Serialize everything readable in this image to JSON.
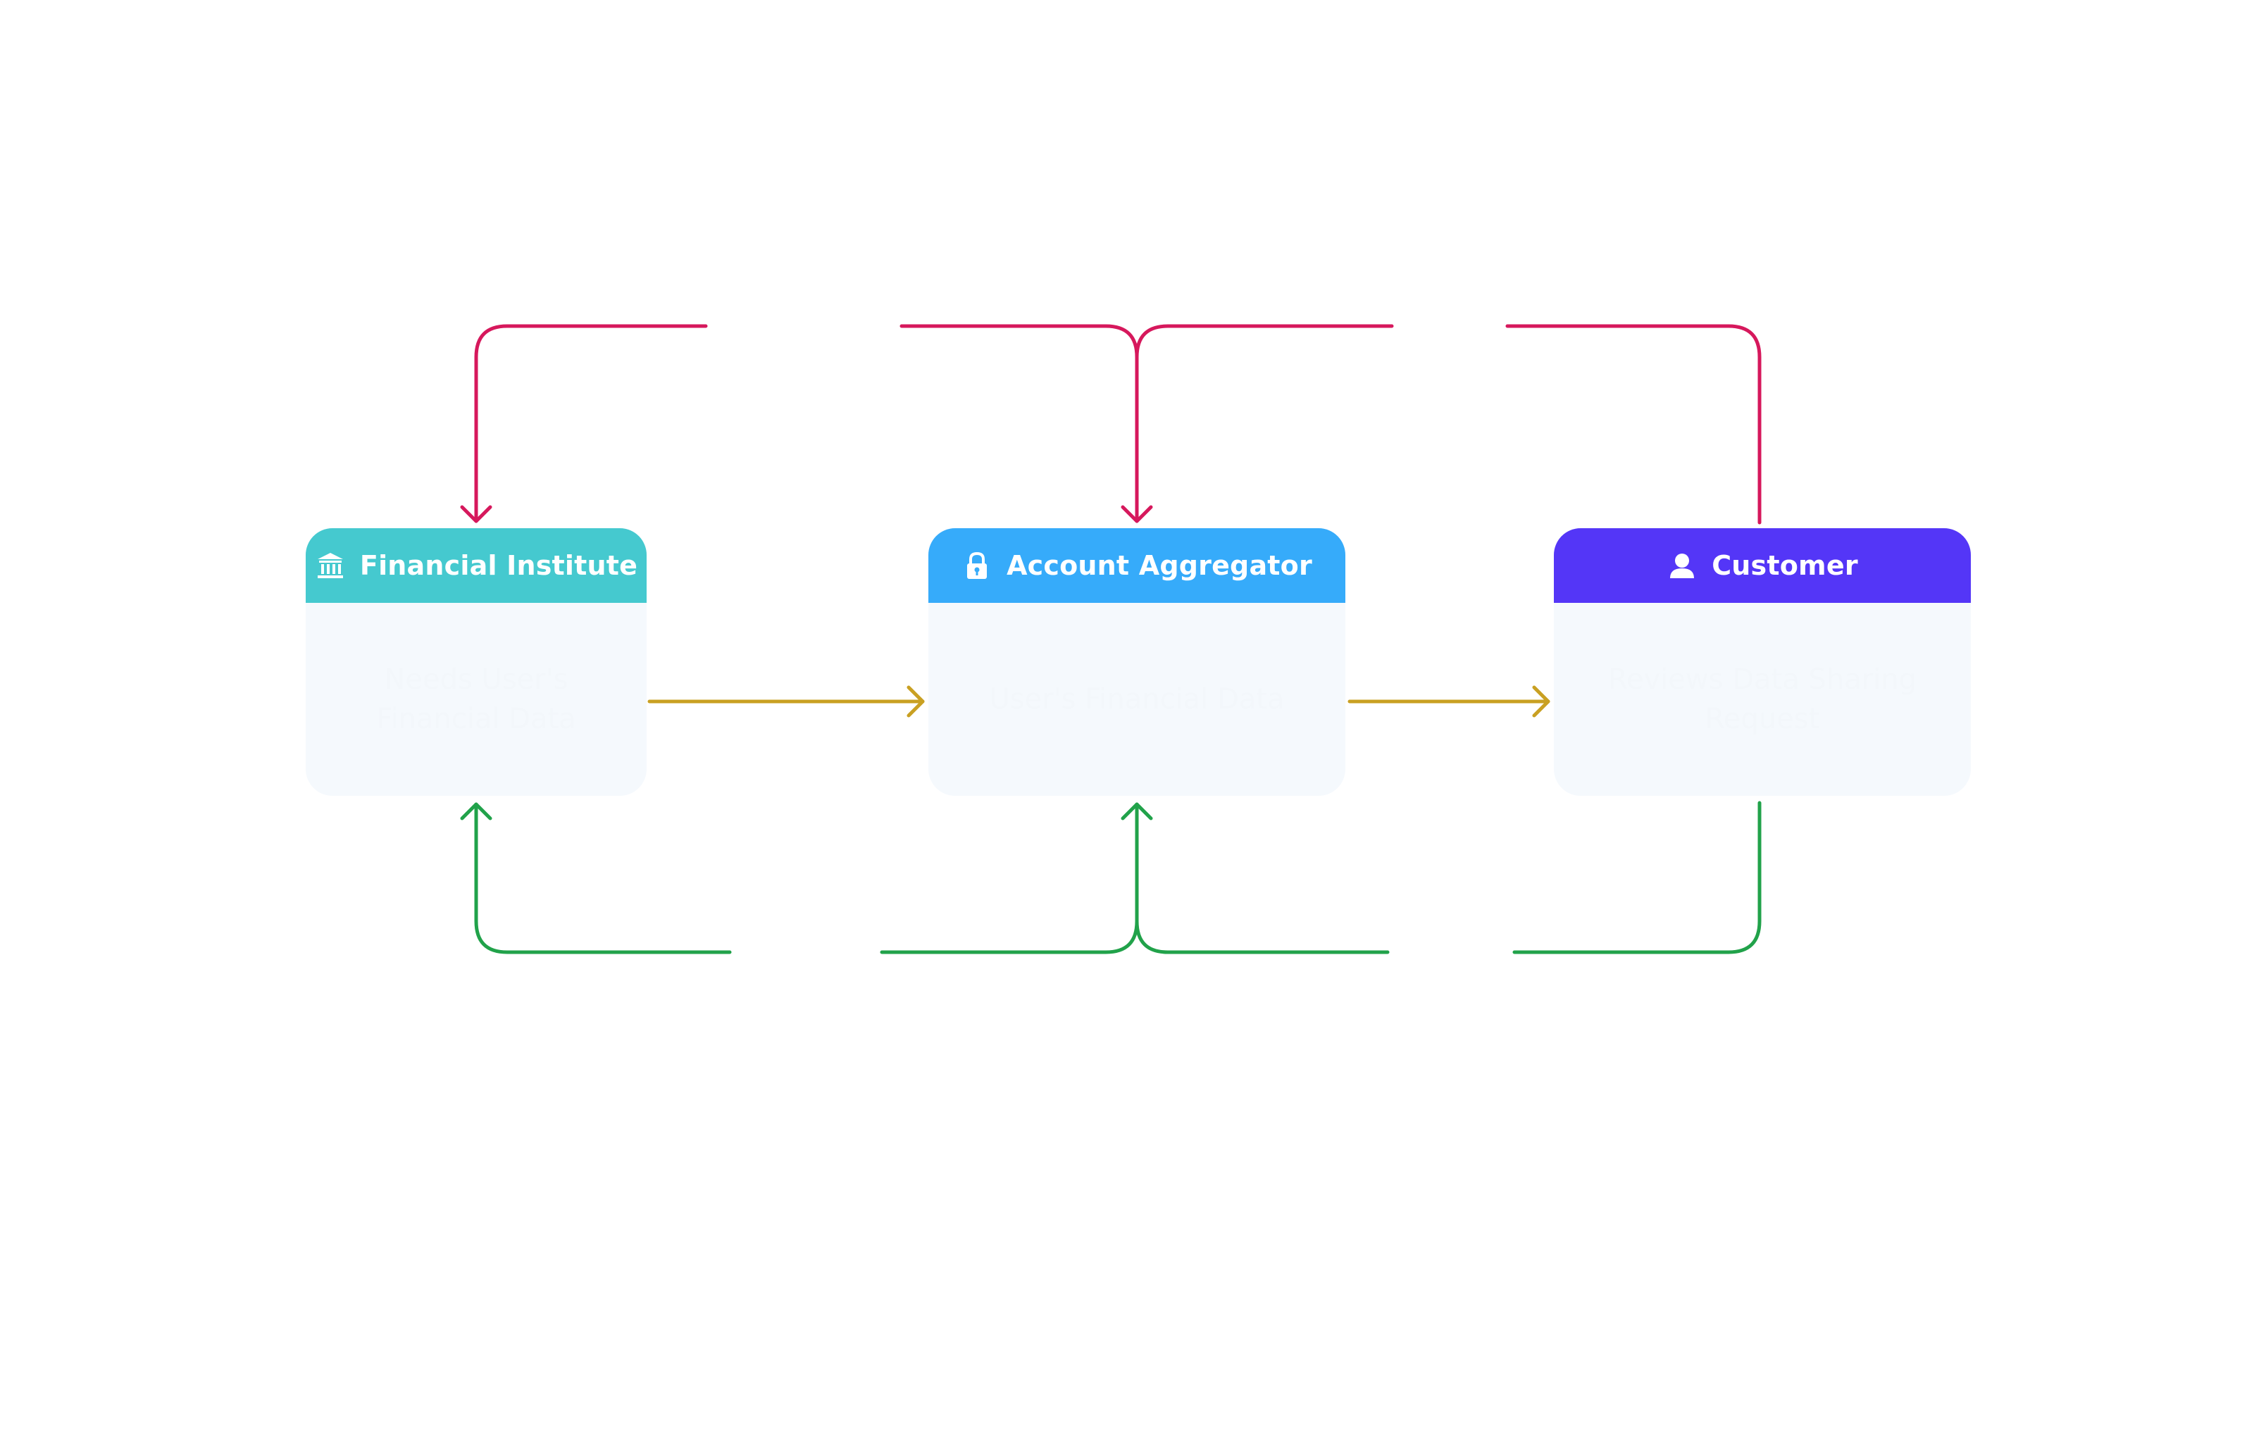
{
  "colors": {
    "background": "#ffffff",
    "consent_line": "#d6185c",
    "data_line": "#c9a022",
    "approval_line": "#21a24a",
    "fi_header": "#45c9cf",
    "aa_header": "#36abfa",
    "customer_header": "#5436f7",
    "node_body": "#f5f9fd"
  },
  "nodes": {
    "financial_institute": {
      "title": "Financial Institute",
      "icon": "bank-icon",
      "body": "Needs User's Financial Data"
    },
    "account_aggregator": {
      "title": "Account Aggregator",
      "icon": "lock-icon",
      "body": "User's Financial Data"
    },
    "customer": {
      "title": "Customer",
      "icon": "user-icon",
      "body": "Reviews Data Sharing Request"
    }
  }
}
